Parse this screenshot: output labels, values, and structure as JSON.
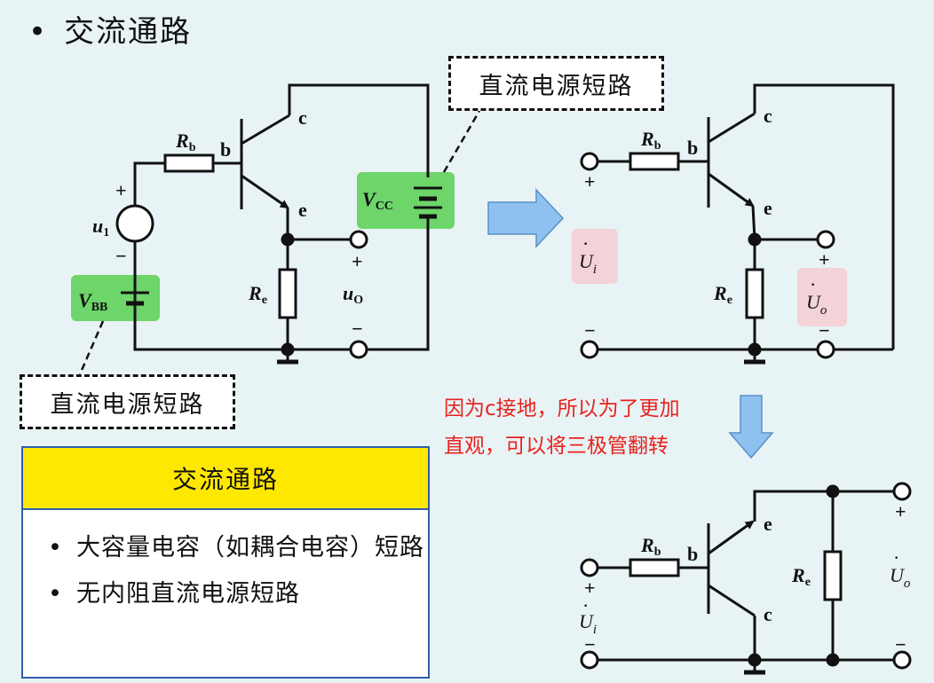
{
  "title": {
    "bullet": "•",
    "text": "交流通路"
  },
  "labels": {
    "c": "c",
    "b": "b",
    "e": "e",
    "Rb_main": "R",
    "Rb_sub": "b",
    "Re_main": "R",
    "Re_sub": "e",
    "u1_main": "u",
    "u1_sub": "1",
    "uo_main": "u",
    "uo_sub": "O",
    "Vbb_main": "V",
    "Vbb_sub": "BB",
    "Vcc_main": "V",
    "Vcc_sub": "CC",
    "plus": "+",
    "minus": "−",
    "Ui_main": "U",
    "Ui_sub": "i",
    "Uo_main": "U",
    "Uo_sub": "o",
    "dot": "·"
  },
  "dashed_labels": {
    "top": "直流电源短路",
    "bottom": "直流电源短路"
  },
  "note": {
    "line1": "因为c接地，所以为了更加",
    "line2": "直观，可以将三极管翻转"
  },
  "summary": {
    "heading": "交流通路",
    "items": [
      "大容量电容（如耦合电容）短路",
      "无内阻直流电源短路"
    ]
  },
  "colors": {
    "background": "#e8f3f5",
    "wire": "#111111",
    "highlight_green": "#5fd25a",
    "highlight_pink": "#f3d3d7",
    "arrow_blue": "#8fc1f0",
    "note_red": "#e8221e",
    "summary_head": "#ffe800",
    "summary_border": "#2e5fa8"
  }
}
